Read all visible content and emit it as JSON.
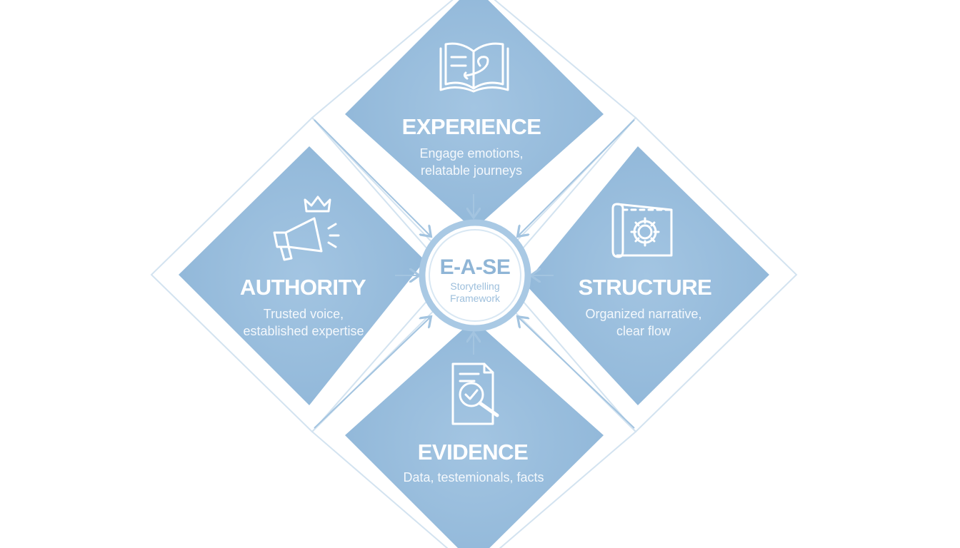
{
  "center": {
    "title": "E-A-SE",
    "subtitle_line1": "Storytelling",
    "subtitle_line2": "Framework"
  },
  "quadrants": {
    "experience": {
      "title": "EXPERIENCE",
      "line1": "Engage emotions,",
      "line2": "relatable journeys",
      "icon": "open-book-icon"
    },
    "authority": {
      "title": "AUTHORITY",
      "line1": "Trusted voice,",
      "line2": "established expertise",
      "icon": "megaphone-crown-icon"
    },
    "structure": {
      "title": "STRUCTURE",
      "line1": "Organized narrative,",
      "line2": "clear flow",
      "icon": "blueprint-gear-icon"
    },
    "evidence": {
      "title": "EVIDENCE",
      "line1": "Data, testemionals, facts",
      "icon": "document-magnifier-icon"
    }
  },
  "colors": {
    "tile": "#94bad9",
    "tile_dark": "#8db4d6",
    "outline": "#cfe0ee",
    "center_ring": "#a9c9e4",
    "text": "#ffffff"
  }
}
